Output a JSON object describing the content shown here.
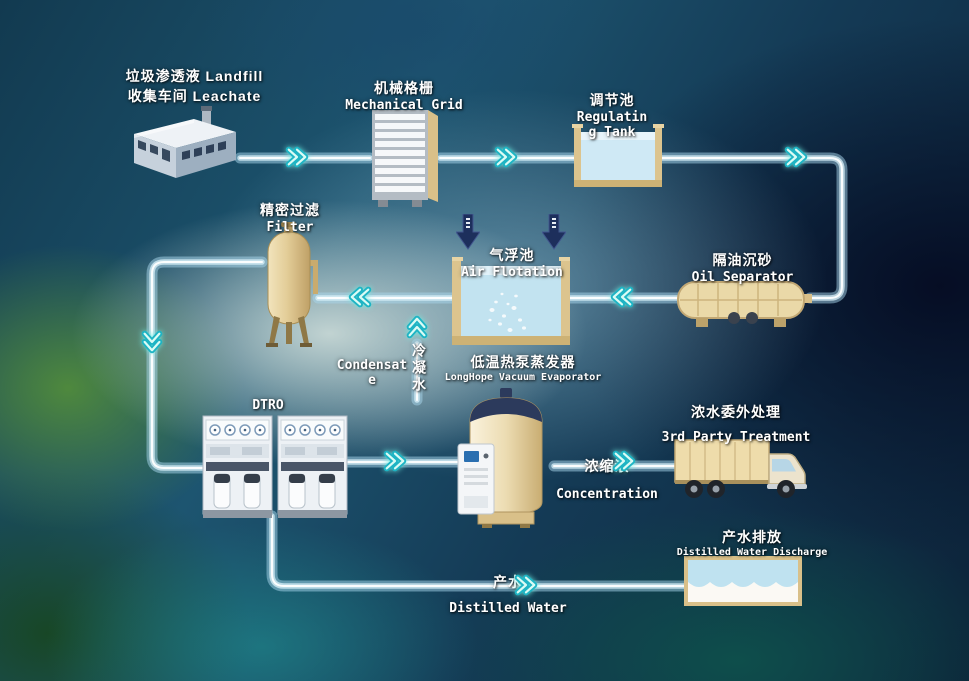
{
  "nodes": {
    "landfill": {
      "line1": "垃圾渗透液 Landfill",
      "line2": "收集车间  Leachate"
    },
    "mechanical_grid": {
      "cn": "机械格栅",
      "en": "Mechanical Grid"
    },
    "regulating_tank": {
      "cn": "调节池",
      "en": "Regulating Tank"
    },
    "oil_separator": {
      "cn": "隔油沉砂",
      "en": "Oil Separator"
    },
    "air_flotation": {
      "cn": "气浮池",
      "en": "Air Flotation"
    },
    "precision_filter": {
      "cn": "精密过滤",
      "en": "Filter"
    },
    "condensate": {
      "cn": "冷凝水",
      "en": "Condensate"
    },
    "evaporator": {
      "cn": "低温热泵蒸发器",
      "en": "LongHope Vacuum Evaporator"
    },
    "dtro": {
      "label": "DTRO"
    },
    "third_party": {
      "cn": "浓水委外处理",
      "en": "3rd Party Treatment"
    },
    "concentration": {
      "cn": "浓缩液",
      "en": "Concentration"
    },
    "water_discharge": {
      "cn": "产水排放",
      "en": "Distilled Water Discharge"
    },
    "product_water": {
      "cn": "产水",
      "en": "Distilled Water"
    }
  },
  "colors": {
    "pipe": "#cfe9f5",
    "flow_arrow": "#1eb4c4",
    "tank_wall": "#dcc48e",
    "water": "#bfe2f0",
    "label_text": "#ffffff",
    "dosing_arrow": "#1d2f5c"
  }
}
